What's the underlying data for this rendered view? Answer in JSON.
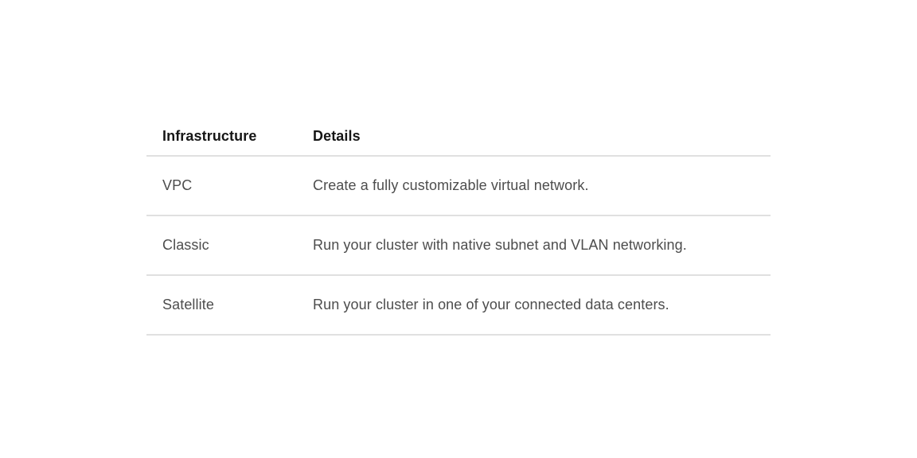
{
  "page": {
    "background": "#ffffff"
  },
  "table": {
    "columns": [
      {
        "id": "infrastructure",
        "label": "Infrastructure"
      },
      {
        "id": "details",
        "label": "Details"
      }
    ],
    "rows": [
      {
        "infrastructure": "VPC",
        "details": "Create a fully customizable virtual network."
      },
      {
        "infrastructure": "Classic",
        "details": "Run your cluster with native subnet and VLAN networking."
      },
      {
        "infrastructure": "Satellite",
        "details": "Run your cluster in one of your connected data centers."
      }
    ],
    "colors": {
      "header_text": "#161616",
      "body_text": "#4d4d4d",
      "divider": "#e0e0e0",
      "background": "#ffffff"
    }
  }
}
